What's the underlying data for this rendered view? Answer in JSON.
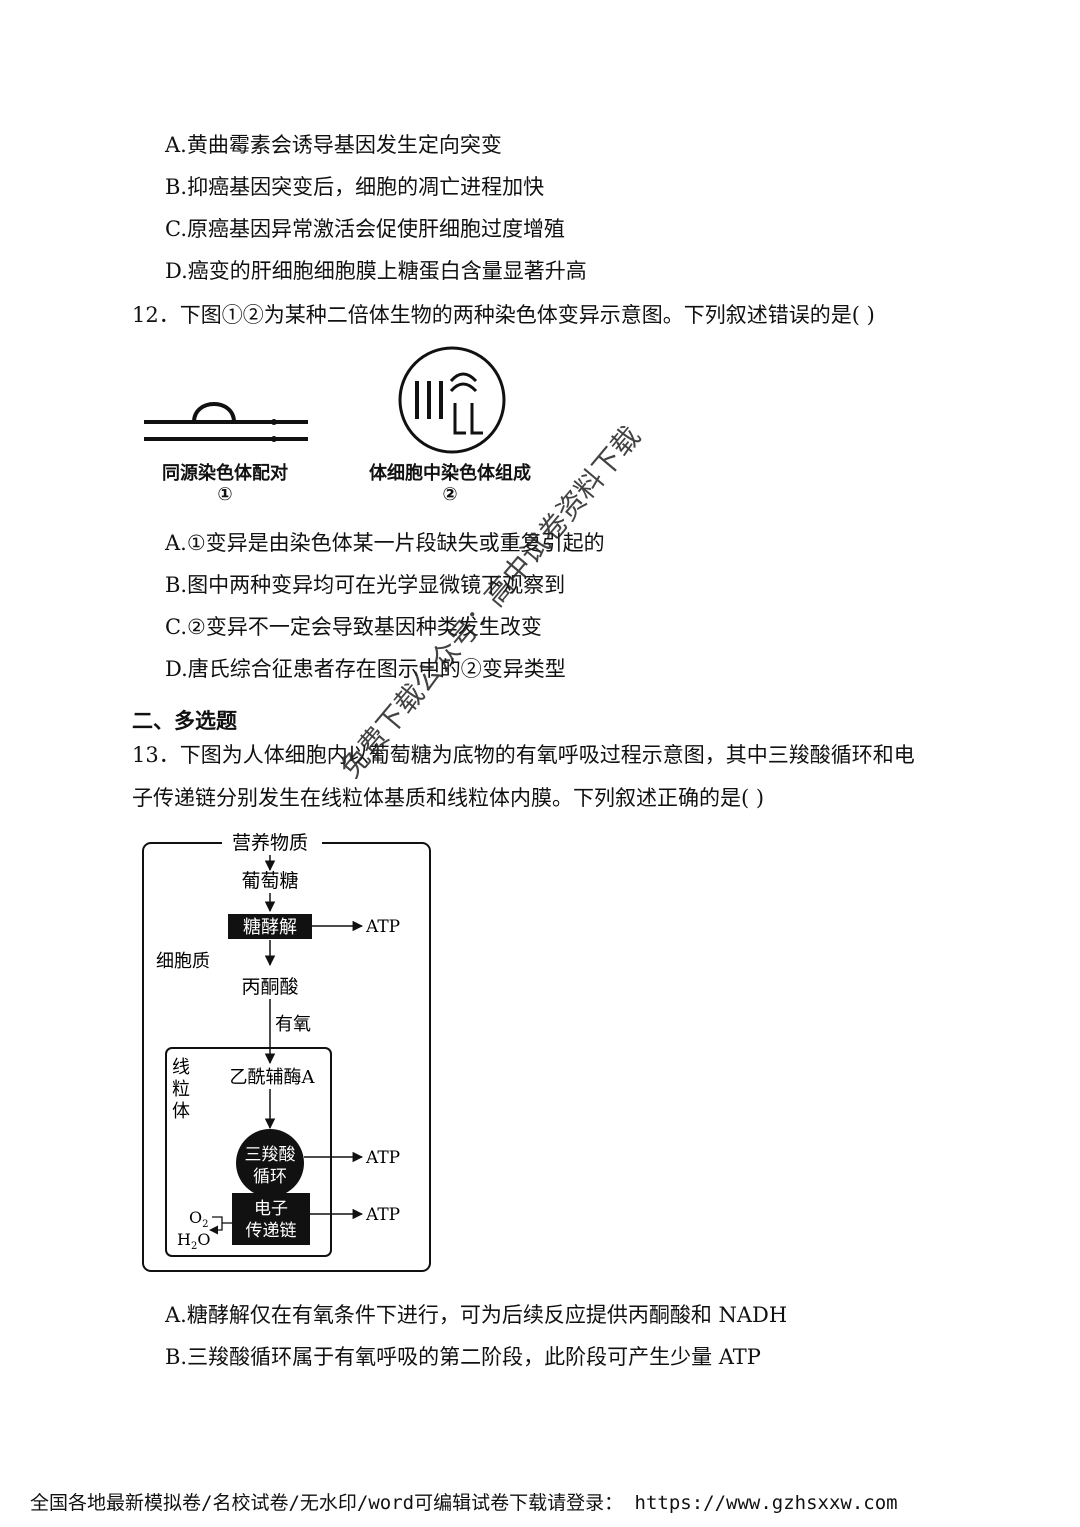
{
  "q11": {
    "options": [
      "A.黄曲霉素会诱导基因发生定向突变",
      "B.抑癌基因突变后，细胞的凋亡进程加快",
      "C.原癌基因异常激活会促使肝细胞过度增殖",
      "D.癌变的肝细胞细胞膜上糖蛋白含量显著升高"
    ]
  },
  "q12": {
    "stem": "12．下图①②为某种二倍体生物的两种染色体变异示意图。下列叙述错误的是(      )",
    "fig1_caption": "同源染色体配对",
    "fig1_num": "①",
    "fig2_caption": "体细胞中染色体组成",
    "fig2_num": "②",
    "options": [
      "A.①变异是由染色体某一片段缺失或重复引起的",
      "B.图中两种变异均可在光学显微镜下观察到",
      "C.②变异不一定会导致基因种类发生改变",
      "D.唐氏综合征患者存在图示中的②变异类型"
    ]
  },
  "section2": {
    "title": "二、多选题"
  },
  "q13": {
    "stem_line1": "13．下图为人体细胞内以葡萄糖为底物的有氧呼吸过程示意图，其中三羧酸循环和电",
    "stem_line2": "子传递链分别发生在线粒体基质和线粒体内膜。下列叙述正确的是(      )",
    "diagram": {
      "nutrients": "营养物质",
      "glucose": "葡萄糖",
      "glycolysis": "糖酵解",
      "atp": "ATP",
      "cytoplasm": "细胞质",
      "pyruvate": "丙酮酸",
      "aerobic": "有氧",
      "mito_1": "线",
      "mito_2": "粒",
      "mito_3": "体",
      "acetyl_coa": "乙酰辅酶A",
      "tca_1": "三羧酸",
      "tca_2": "循环",
      "etc_1": "电子",
      "etc_2": "传递链",
      "o2": "O",
      "o2_sub": "2",
      "h2o_h": "H",
      "h2o_sub": "2",
      "h2o_o": "O"
    },
    "options": [
      "A.糖酵解仅在有氧条件下进行，可为后续反应提供丙酮酸和 NADH",
      "B.三羧酸循环属于有氧呼吸的第二阶段，此阶段可产生少量 ATP"
    ]
  },
  "watermark": "免费下载公众号：高中试卷资料下载",
  "footer": "全国各地最新模拟卷/名校试卷/无水印/word可编辑试卷下载请登录： https://www.gzhsxxw.com"
}
